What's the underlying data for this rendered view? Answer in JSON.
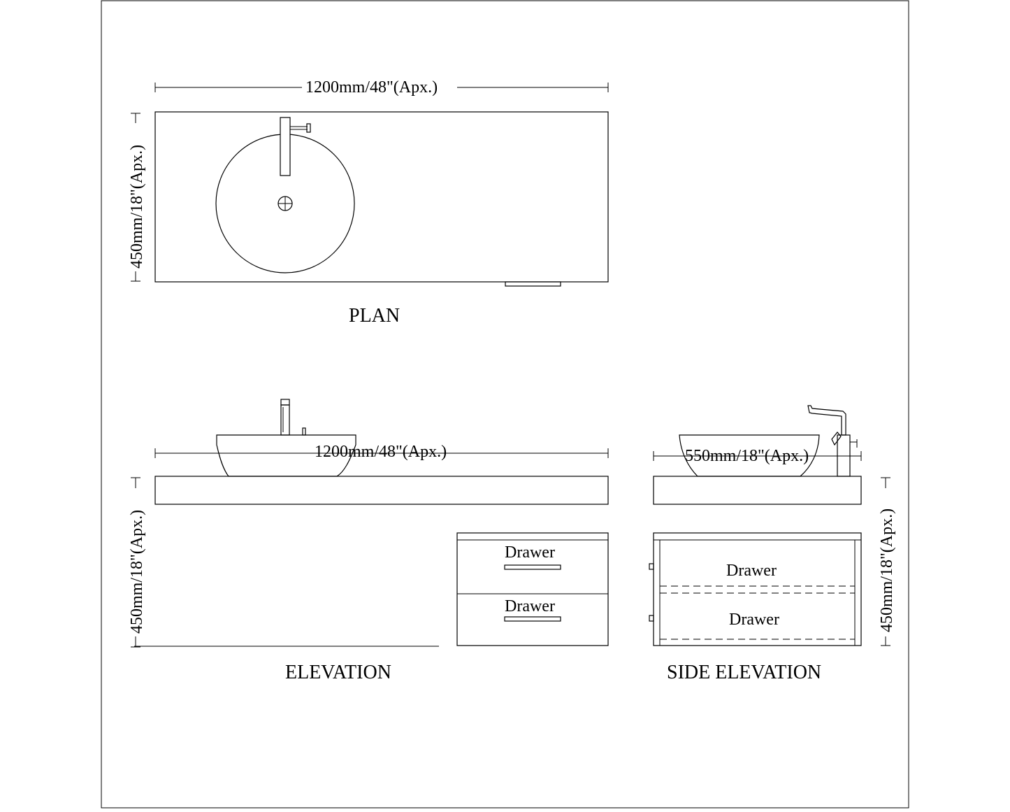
{
  "drawing": {
    "plan": {
      "title": "PLAN",
      "width_dim": "1200mm/48\"(Apx.)",
      "depth_dim": "450mm/18\"(Apx.)"
    },
    "elevation": {
      "title": "ELEVATION",
      "width_dim": "1200mm/48\"(Apx.)",
      "height_dim": "450mm/18\"(Apx.)",
      "drawer_top": "Drawer",
      "drawer_bottom": "Drawer"
    },
    "side_elevation": {
      "title": "SIDE ELEVATION",
      "width_dim": "550mm/18\"(Apx.)",
      "height_dim": "450mm/18\"(Apx.)",
      "drawer_top": "Drawer",
      "drawer_bottom": "Drawer"
    }
  }
}
